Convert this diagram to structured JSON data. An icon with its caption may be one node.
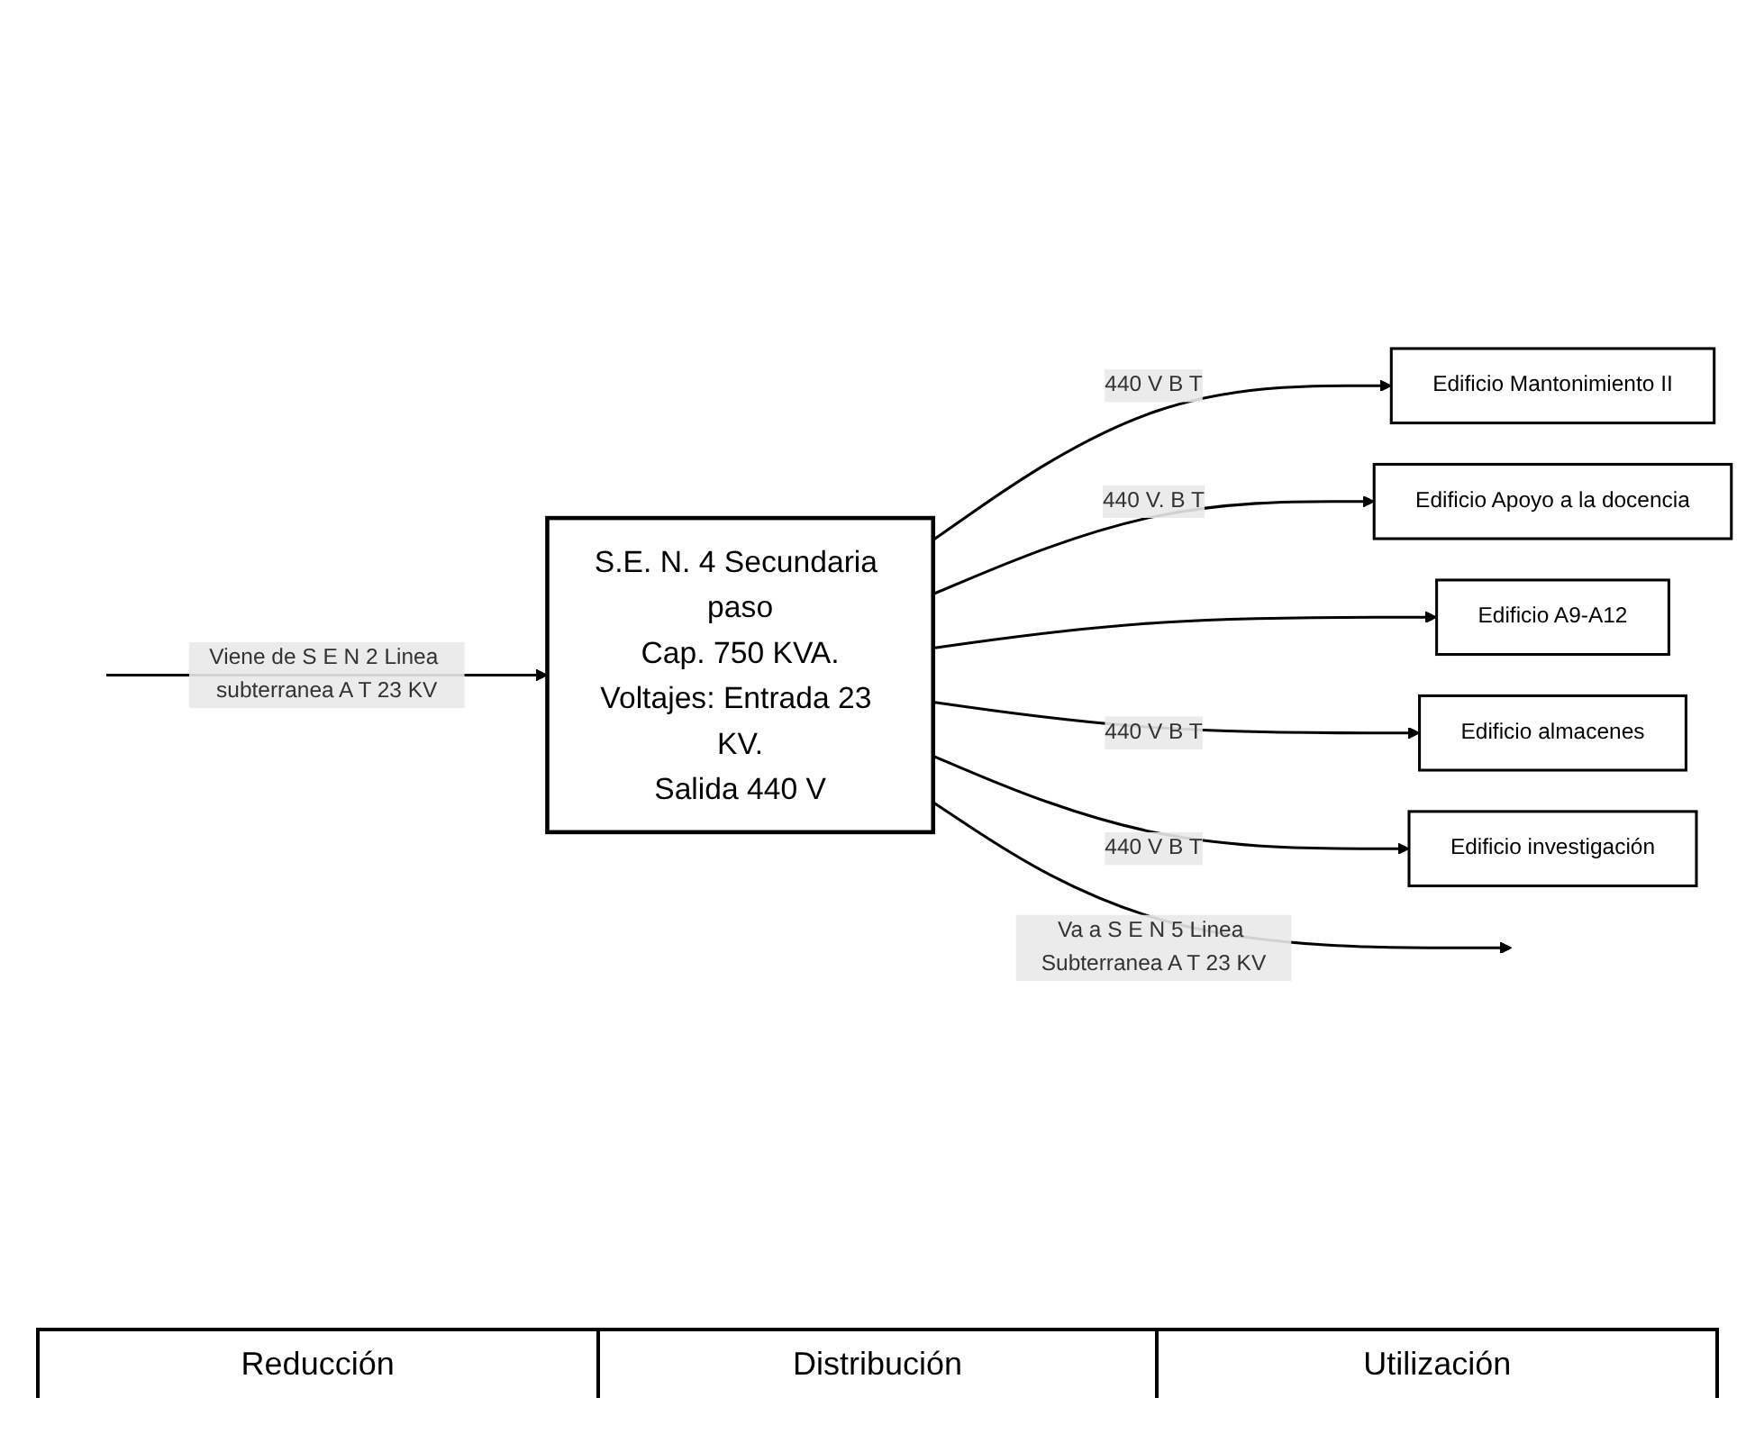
{
  "diagram": {
    "nodes": [
      {
        "text": [
          "S.E. N. 4 Secundaria paso",
          "Cap. 750 KVA.",
          "Voltajes: Entrada 23 KV.",
          "Salida 440 V"
        ]
      },
      {
        "text": [
          "Edificio Mantonimiento II"
        ]
      },
      {
        "text": [
          "Edificio Apoyo a la docencia"
        ]
      },
      {
        "text": [
          "Edificio A9-A12"
        ]
      },
      {
        "text": [
          "Edificio almacenes"
        ]
      },
      {
        "text": [
          "Edificio investigación"
        ]
      }
    ],
    "edges": [
      {
        "from": null,
        "to": 0,
        "arrow": "to",
        "label": "Viene de S E N 2 Linea subterranea A T 23 KV"
      },
      {
        "from": 0,
        "to": 1,
        "arrow": "to",
        "label": "440 V B T"
      },
      {
        "from": 0,
        "to": 2,
        "arrow": "to",
        "label": "440 V. B T"
      },
      {
        "from": 0,
        "to": 3,
        "arrow": "to"
      },
      {
        "from": 0,
        "to": 4,
        "arrow": "to",
        "label": "440 V B T"
      },
      {
        "from": 0,
        "to": 5,
        "arrow": "to",
        "label": "440 V B T"
      },
      {
        "from": 0,
        "to": null,
        "arrow": "to",
        "label": "Va a S E N 5 Linea Subterranea A T 23 KV"
      }
    ],
    "labels": [
      "Reducción",
      "Distribución",
      "Utilización"
    ]
  }
}
